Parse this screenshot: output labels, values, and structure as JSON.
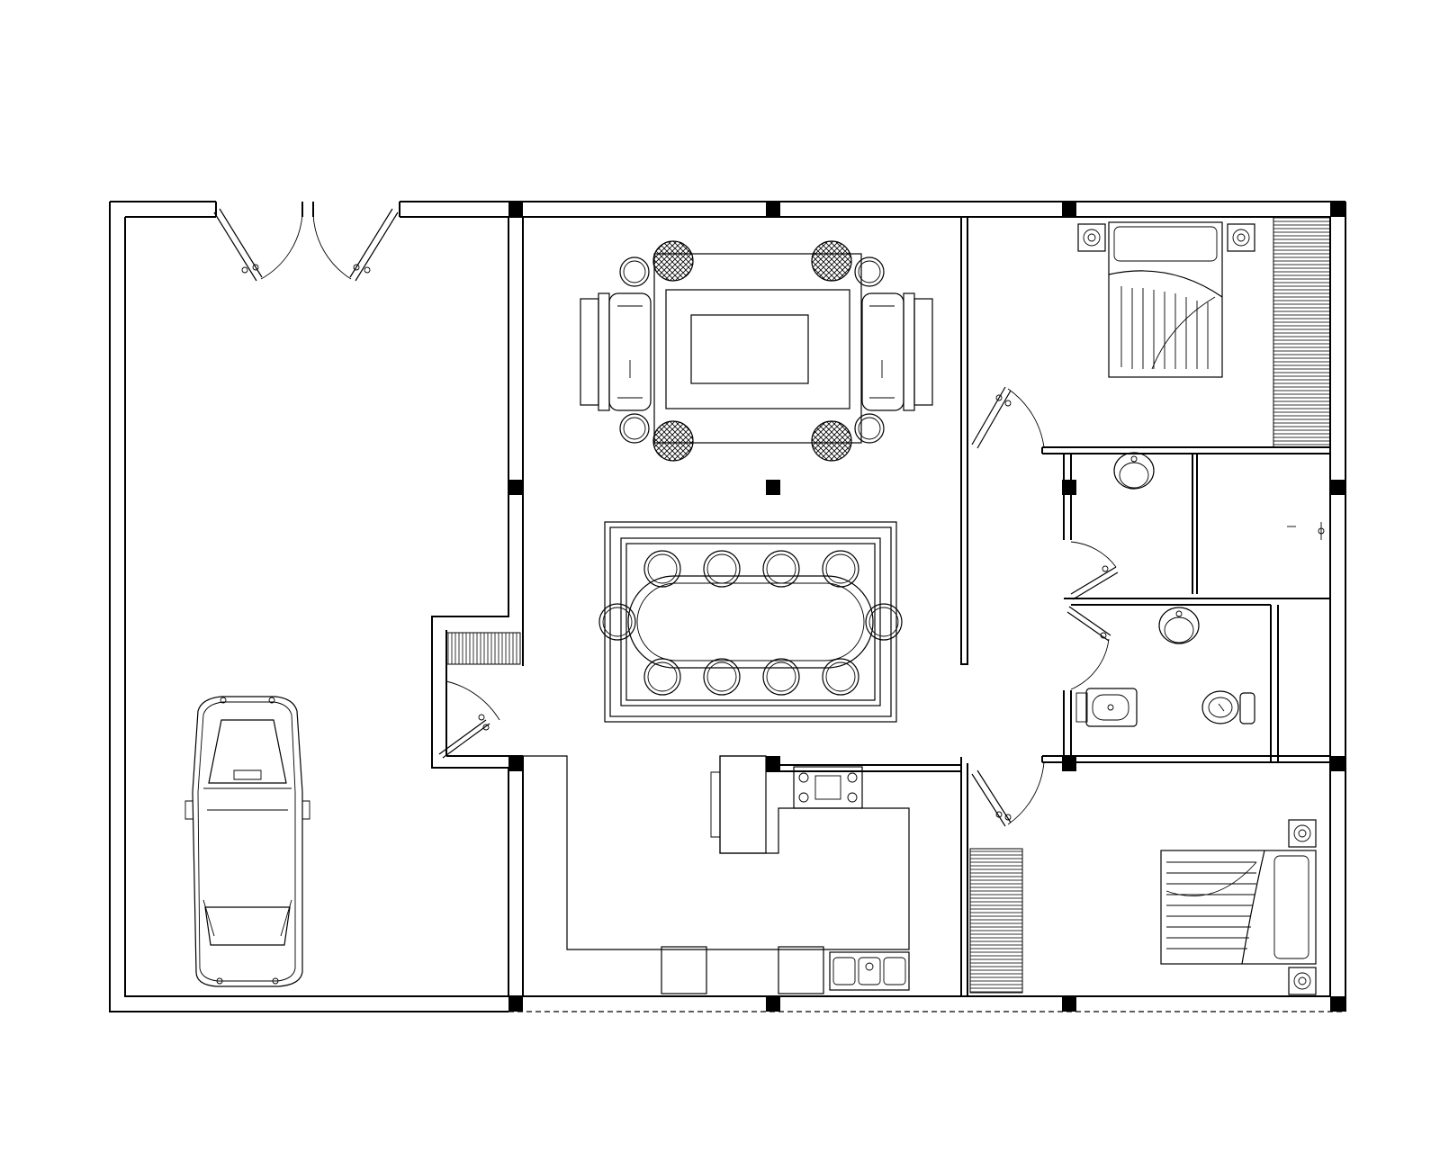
{
  "plan": {
    "rooms": [
      "garage",
      "living-room",
      "dining-room",
      "kitchen",
      "bedroom-1",
      "bedroom-2",
      "bathroom",
      "toilet",
      "stairs"
    ],
    "colors": {
      "line": "#000000",
      "background": "#ffffff"
    }
  }
}
